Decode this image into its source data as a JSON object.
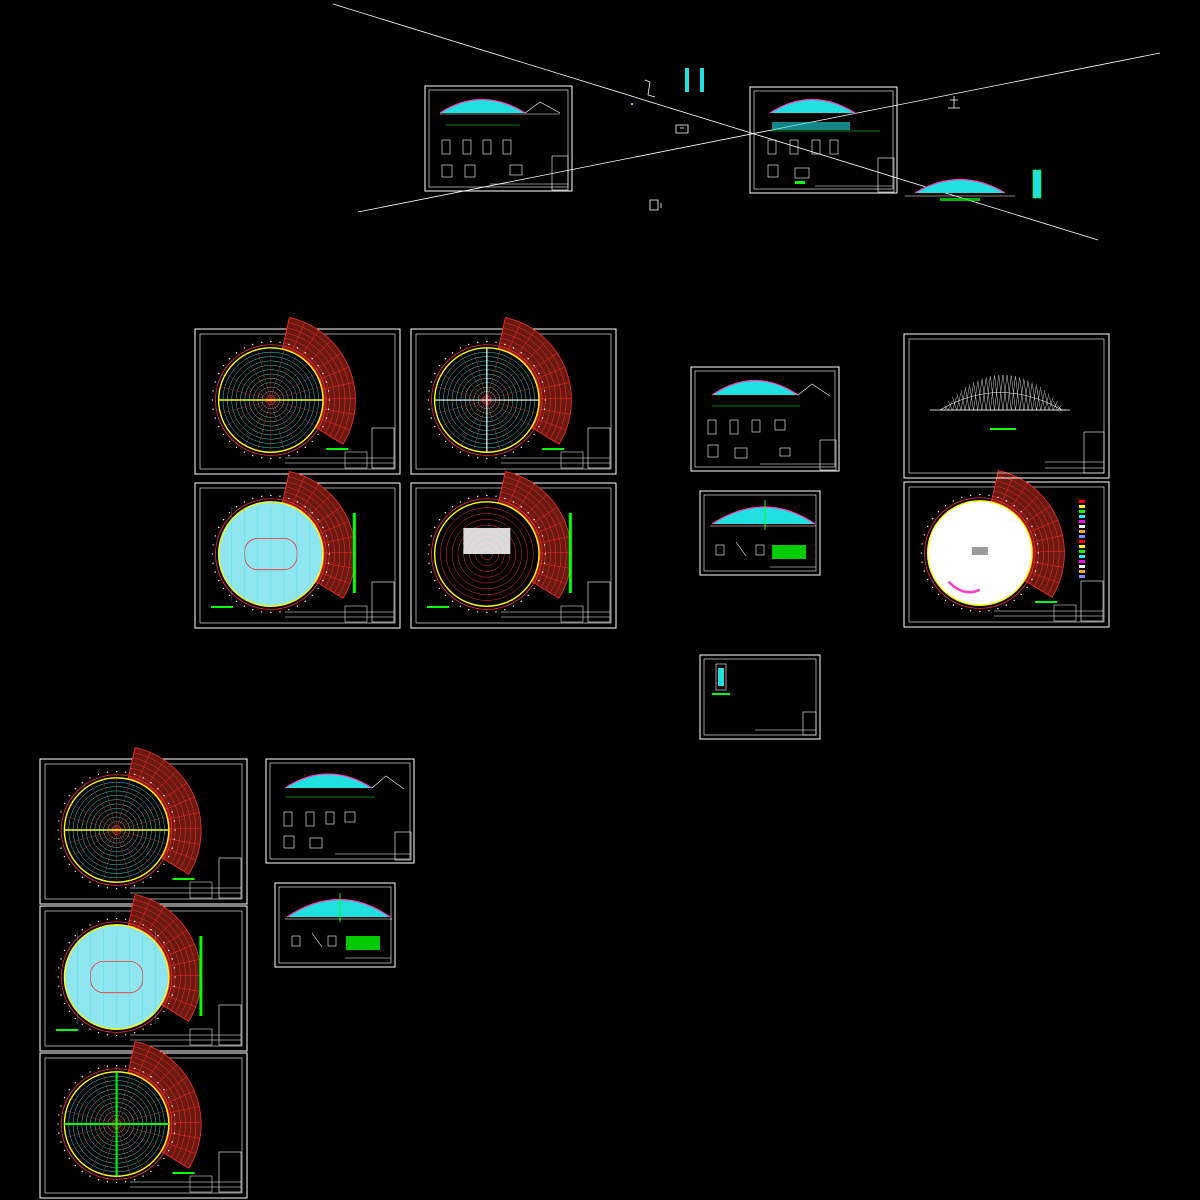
{
  "drawing": {
    "background": "#000000",
    "colors": {
      "frame": "#ffffff",
      "structure": "#ff2a2a",
      "roof_fill": "#21e0e0",
      "dome_pink": "#ff3fbf",
      "accent_yellow": "#ffff00",
      "dimension_green": "#00ff00",
      "wing_fill": "#6b1a12",
      "hall_fill": "#8fe6f0",
      "white_plan": "#ffffff"
    },
    "sheets": [
      {
        "id": "section-sheet-a",
        "kind": "section"
      },
      {
        "id": "section-sheet-b",
        "kind": "section"
      },
      {
        "id": "plan-sheet-1",
        "kind": "plan-rings"
      },
      {
        "id": "plan-sheet-2",
        "kind": "plan-grid"
      },
      {
        "id": "plan-sheet-3",
        "kind": "plan-hall"
      },
      {
        "id": "plan-sheet-4",
        "kind": "plan-seating"
      },
      {
        "id": "section-sheet-c",
        "kind": "section"
      },
      {
        "id": "section-sheet-d",
        "kind": "section-notes"
      },
      {
        "id": "elevation-sheet",
        "kind": "elevation"
      },
      {
        "id": "plan-sheet-5",
        "kind": "plan-white"
      },
      {
        "id": "detail-sheet",
        "kind": "detail"
      },
      {
        "id": "plan-sheet-6",
        "kind": "plan-rings"
      },
      {
        "id": "plan-sheet-7",
        "kind": "plan-hall"
      },
      {
        "id": "plan-sheet-8",
        "kind": "plan-cross"
      },
      {
        "id": "section-sheet-e",
        "kind": "section"
      },
      {
        "id": "section-sheet-f",
        "kind": "section-notes"
      }
    ]
  }
}
